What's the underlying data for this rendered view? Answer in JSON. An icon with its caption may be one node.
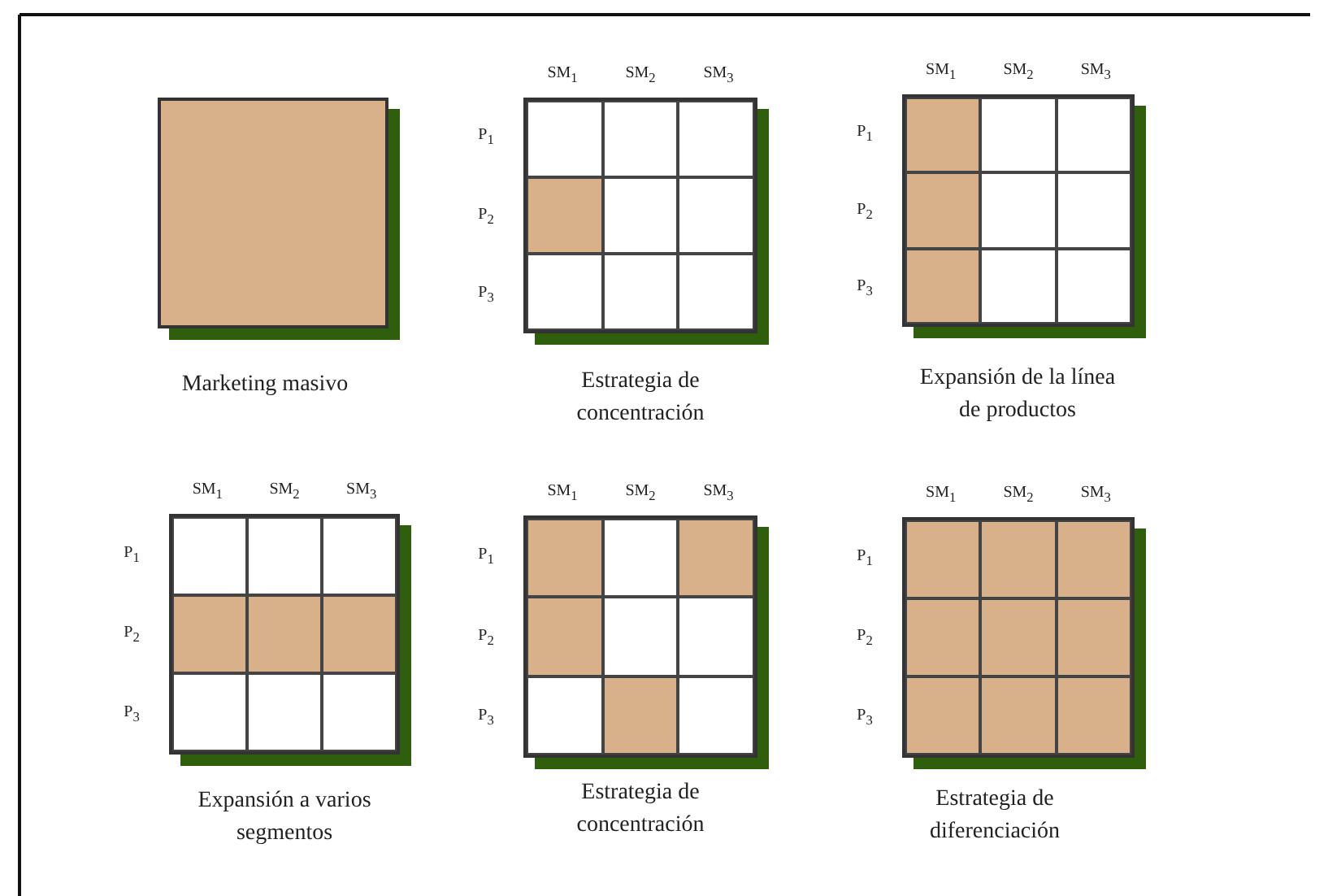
{
  "diagram": {
    "nodes": [
      {
        "text": [],
        "shape": "box",
        "beside": [
          "Marketing masivo"
        ]
      },
      {
        "text": [],
        "shape": "box",
        "beside": [
          "Estrategia de concentración"
        ]
      },
      {
        "text": [],
        "shape": "box",
        "beside": [
          "Expansión de la línea de productos"
        ]
      },
      {
        "text": [],
        "shape": "box",
        "beside": [
          "Expansión a varios segmentos"
        ]
      },
      {
        "text": [],
        "shape": "box",
        "beside": [
          "Estrategia de concentración"
        ]
      },
      {
        "text": [],
        "shape": "box",
        "beside": [
          "Estrategia de diferenciación"
        ]
      }
    ],
    "labels": [
      "SM$_{1}$",
      "SM$_{2}$",
      "SM$_{3}$",
      "P$_{1}$",
      "P$_{2}$",
      "P$_{3}$",
      "SM$_{1}$",
      "SM$_{2}$",
      "SM$_{3}$",
      "P$_{1}$",
      "P$_{2}$",
      "P$_{3}$",
      "SM$_{1}$",
      "SM$_{2}$",
      "SM$_{3}$",
      "P$_{1}$",
      "P$_{2}$",
      "P$_{3}$",
      "SM$_{1}$",
      "SM$_{2}$",
      "SM$_{3}$",
      "P$_{1}$",
      "P$_{2}$",
      "P$_{3}$",
      "SM$_{1}$",
      "SM$_{2}$",
      "SM$_{3}$",
      "P$_{1}$",
      "P$_{2}$",
      "P$_{3}$"
    ]
  }
}
